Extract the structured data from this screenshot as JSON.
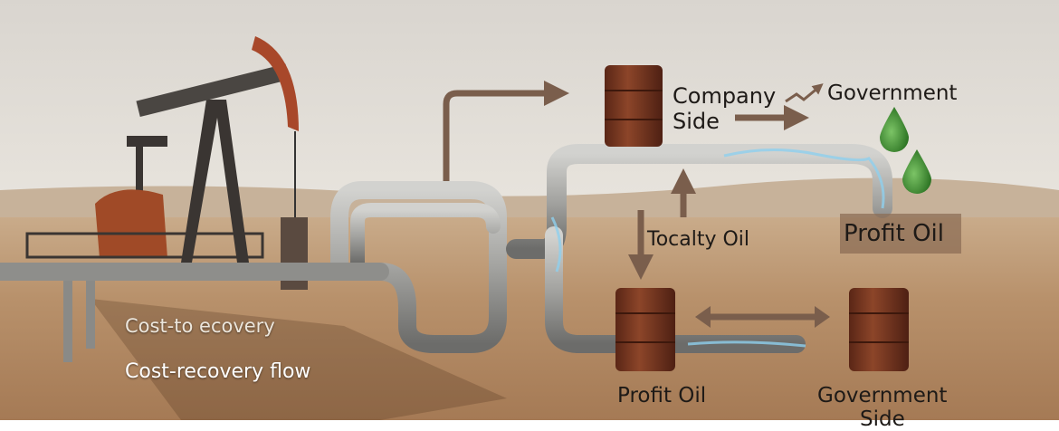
{
  "labels": {
    "company_line1": "Company",
    "company_line2": "Side",
    "government_top": "Government",
    "royalty_oil": "Tocalty Oil",
    "profit_oil_box": "Profit Oil",
    "cost_to_recovery": "Cost-to ecovery",
    "cost_recovery_flow": "Cost-recovery flow",
    "profit_oil_bottom": "Profit Oil",
    "government_bottom_line1": "Government",
    "government_bottom_line2": "Side"
  },
  "colors": {
    "sky": "#e4e0da",
    "ground": "#b08660",
    "barrel": "#7a3a22",
    "pipe": "#a9a9a6",
    "arrow": "#7a5e4c",
    "drop": "#3f8f32",
    "pumpjack_head": "#a8482a"
  }
}
